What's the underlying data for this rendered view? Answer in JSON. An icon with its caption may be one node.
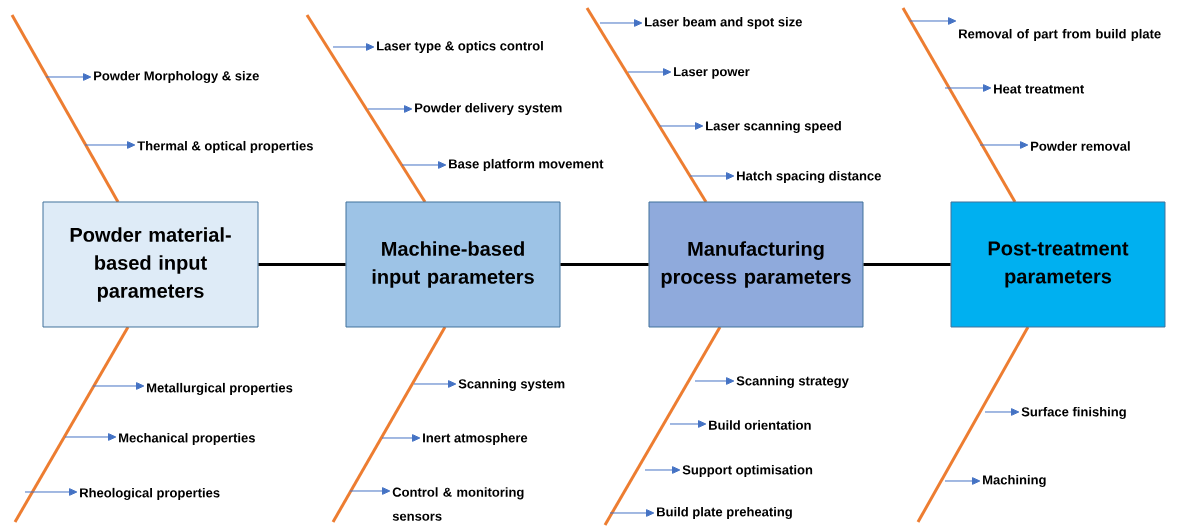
{
  "diagram": {
    "nodes": [
      {
        "text": [
          "Powder material-based input parameters"
        ]
      },
      {
        "text": [
          "Machine-based input parameters"
        ]
      },
      {
        "text": [
          "Manufacturing process parameters"
        ]
      },
      {
        "text": [
          "Post-treatment parameters"
        ]
      },
      {
        "text": [
          "Powder Morphology & size"
        ]
      },
      {
        "text": [
          "Thermal & optical properties"
        ]
      },
      {
        "text": [
          "Laser type & optics control"
        ]
      },
      {
        "text": [
          "Powder delivery system"
        ]
      },
      {
        "text": [
          "Base platform movement"
        ]
      },
      {
        "text": [
          "Laser beam and spot size"
        ]
      },
      {
        "text": [
          "Laser power"
        ]
      },
      {
        "text": [
          "Laser scanning speed"
        ]
      },
      {
        "text": [
          "Hatch spacing distance"
        ]
      },
      {
        "text": [
          "Removal of part from build plate"
        ]
      },
      {
        "text": [
          "Heat treatment"
        ]
      },
      {
        "text": [
          "Powder removal"
        ]
      },
      {
        "text": [
          "Metallurgical properties"
        ]
      },
      {
        "text": [
          "Mechanical properties"
        ]
      },
      {
        "text": [
          "Rheological properties"
        ]
      },
      {
        "text": [
          "Scanning system"
        ]
      },
      {
        "text": [
          "Inert atmosphere"
        ]
      },
      {
        "text": [
          "Control & monitoring sensors"
        ]
      },
      {
        "text": [
          "Scanning strategy"
        ]
      },
      {
        "text": [
          "Build orientation"
        ]
      },
      {
        "text": [
          "Support optimisation"
        ]
      },
      {
        "text": [
          "Build plate preheating"
        ]
      },
      {
        "text": [
          "Surface finishing"
        ]
      },
      {
        "text": [
          "Machining"
        ]
      }
    ],
    "edges": [
      {
        "from": 0,
        "to": 1,
        "arrow": "none",
        "style": "thick",
        "color": "#000000"
      },
      {
        "from": 1,
        "to": 2,
        "arrow": "none",
        "style": "thick",
        "color": "#000000"
      },
      {
        "from": 2,
        "to": 3,
        "arrow": "none",
        "style": "thick",
        "color": "#000000"
      },
      {
        "from": null,
        "to": 4,
        "arrow": "to"
      },
      {
        "from": null,
        "to": 5,
        "arrow": "to"
      },
      {
        "from": null,
        "to": 6,
        "arrow": "to"
      },
      {
        "from": null,
        "to": 7,
        "arrow": "to"
      },
      {
        "from": null,
        "to": 8,
        "arrow": "to"
      },
      {
        "from": null,
        "to": 9,
        "arrow": "to"
      },
      {
        "from": null,
        "to": 10,
        "arrow": "to"
      },
      {
        "from": null,
        "to": 11,
        "arrow": "to"
      },
      {
        "from": null,
        "to": 12,
        "arrow": "to"
      },
      {
        "from": null,
        "to": 13,
        "arrow": "to"
      },
      {
        "from": null,
        "to": 14,
        "arrow": "to"
      },
      {
        "from": null,
        "to": 15,
        "arrow": "to"
      },
      {
        "from": null,
        "to": 16,
        "arrow": "to"
      },
      {
        "from": null,
        "to": 17,
        "arrow": "to"
      },
      {
        "from": null,
        "to": 18,
        "arrow": "to"
      },
      {
        "from": null,
        "to": 19,
        "arrow": "to"
      },
      {
        "from": null,
        "to": 20,
        "arrow": "to"
      },
      {
        "from": null,
        "to": 21,
        "arrow": "to"
      },
      {
        "from": null,
        "to": 22,
        "arrow": "to"
      },
      {
        "from": null,
        "to": 23,
        "arrow": "to"
      },
      {
        "from": null,
        "to": 24,
        "arrow": "to"
      },
      {
        "from": null,
        "to": 25,
        "arrow": "to"
      },
      {
        "from": null,
        "to": 26,
        "arrow": "to"
      },
      {
        "from": null,
        "to": 27,
        "arrow": "to"
      }
    ]
  }
}
